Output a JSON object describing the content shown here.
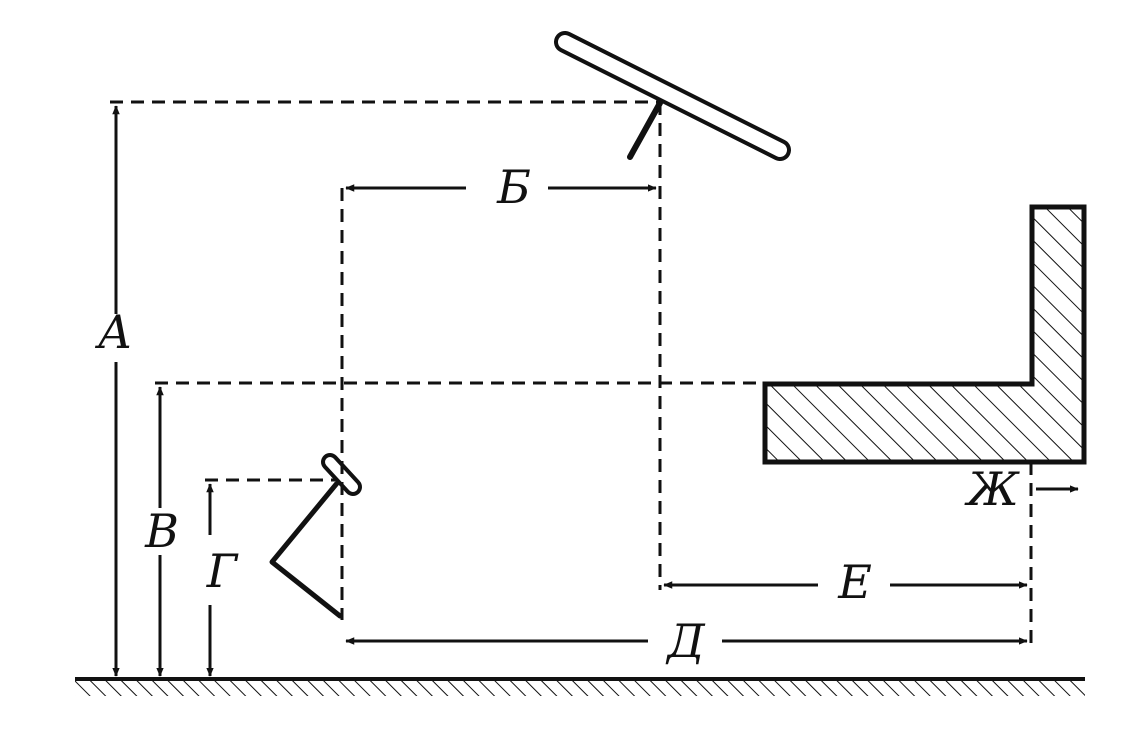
{
  "labels": {
    "a": "А",
    "b": "Б",
    "v": "В",
    "g": "Г",
    "d": "Д",
    "e": "Е",
    "zh": "Ж"
  },
  "colors": {
    "ink": "#111111",
    "background": "#ffffff"
  },
  "icons": {
    "steering_wheel": "steering-wheel-icon",
    "pedal": "pedal-icon",
    "seat": "seat-icon",
    "ground": "ground-hatch-icon"
  }
}
